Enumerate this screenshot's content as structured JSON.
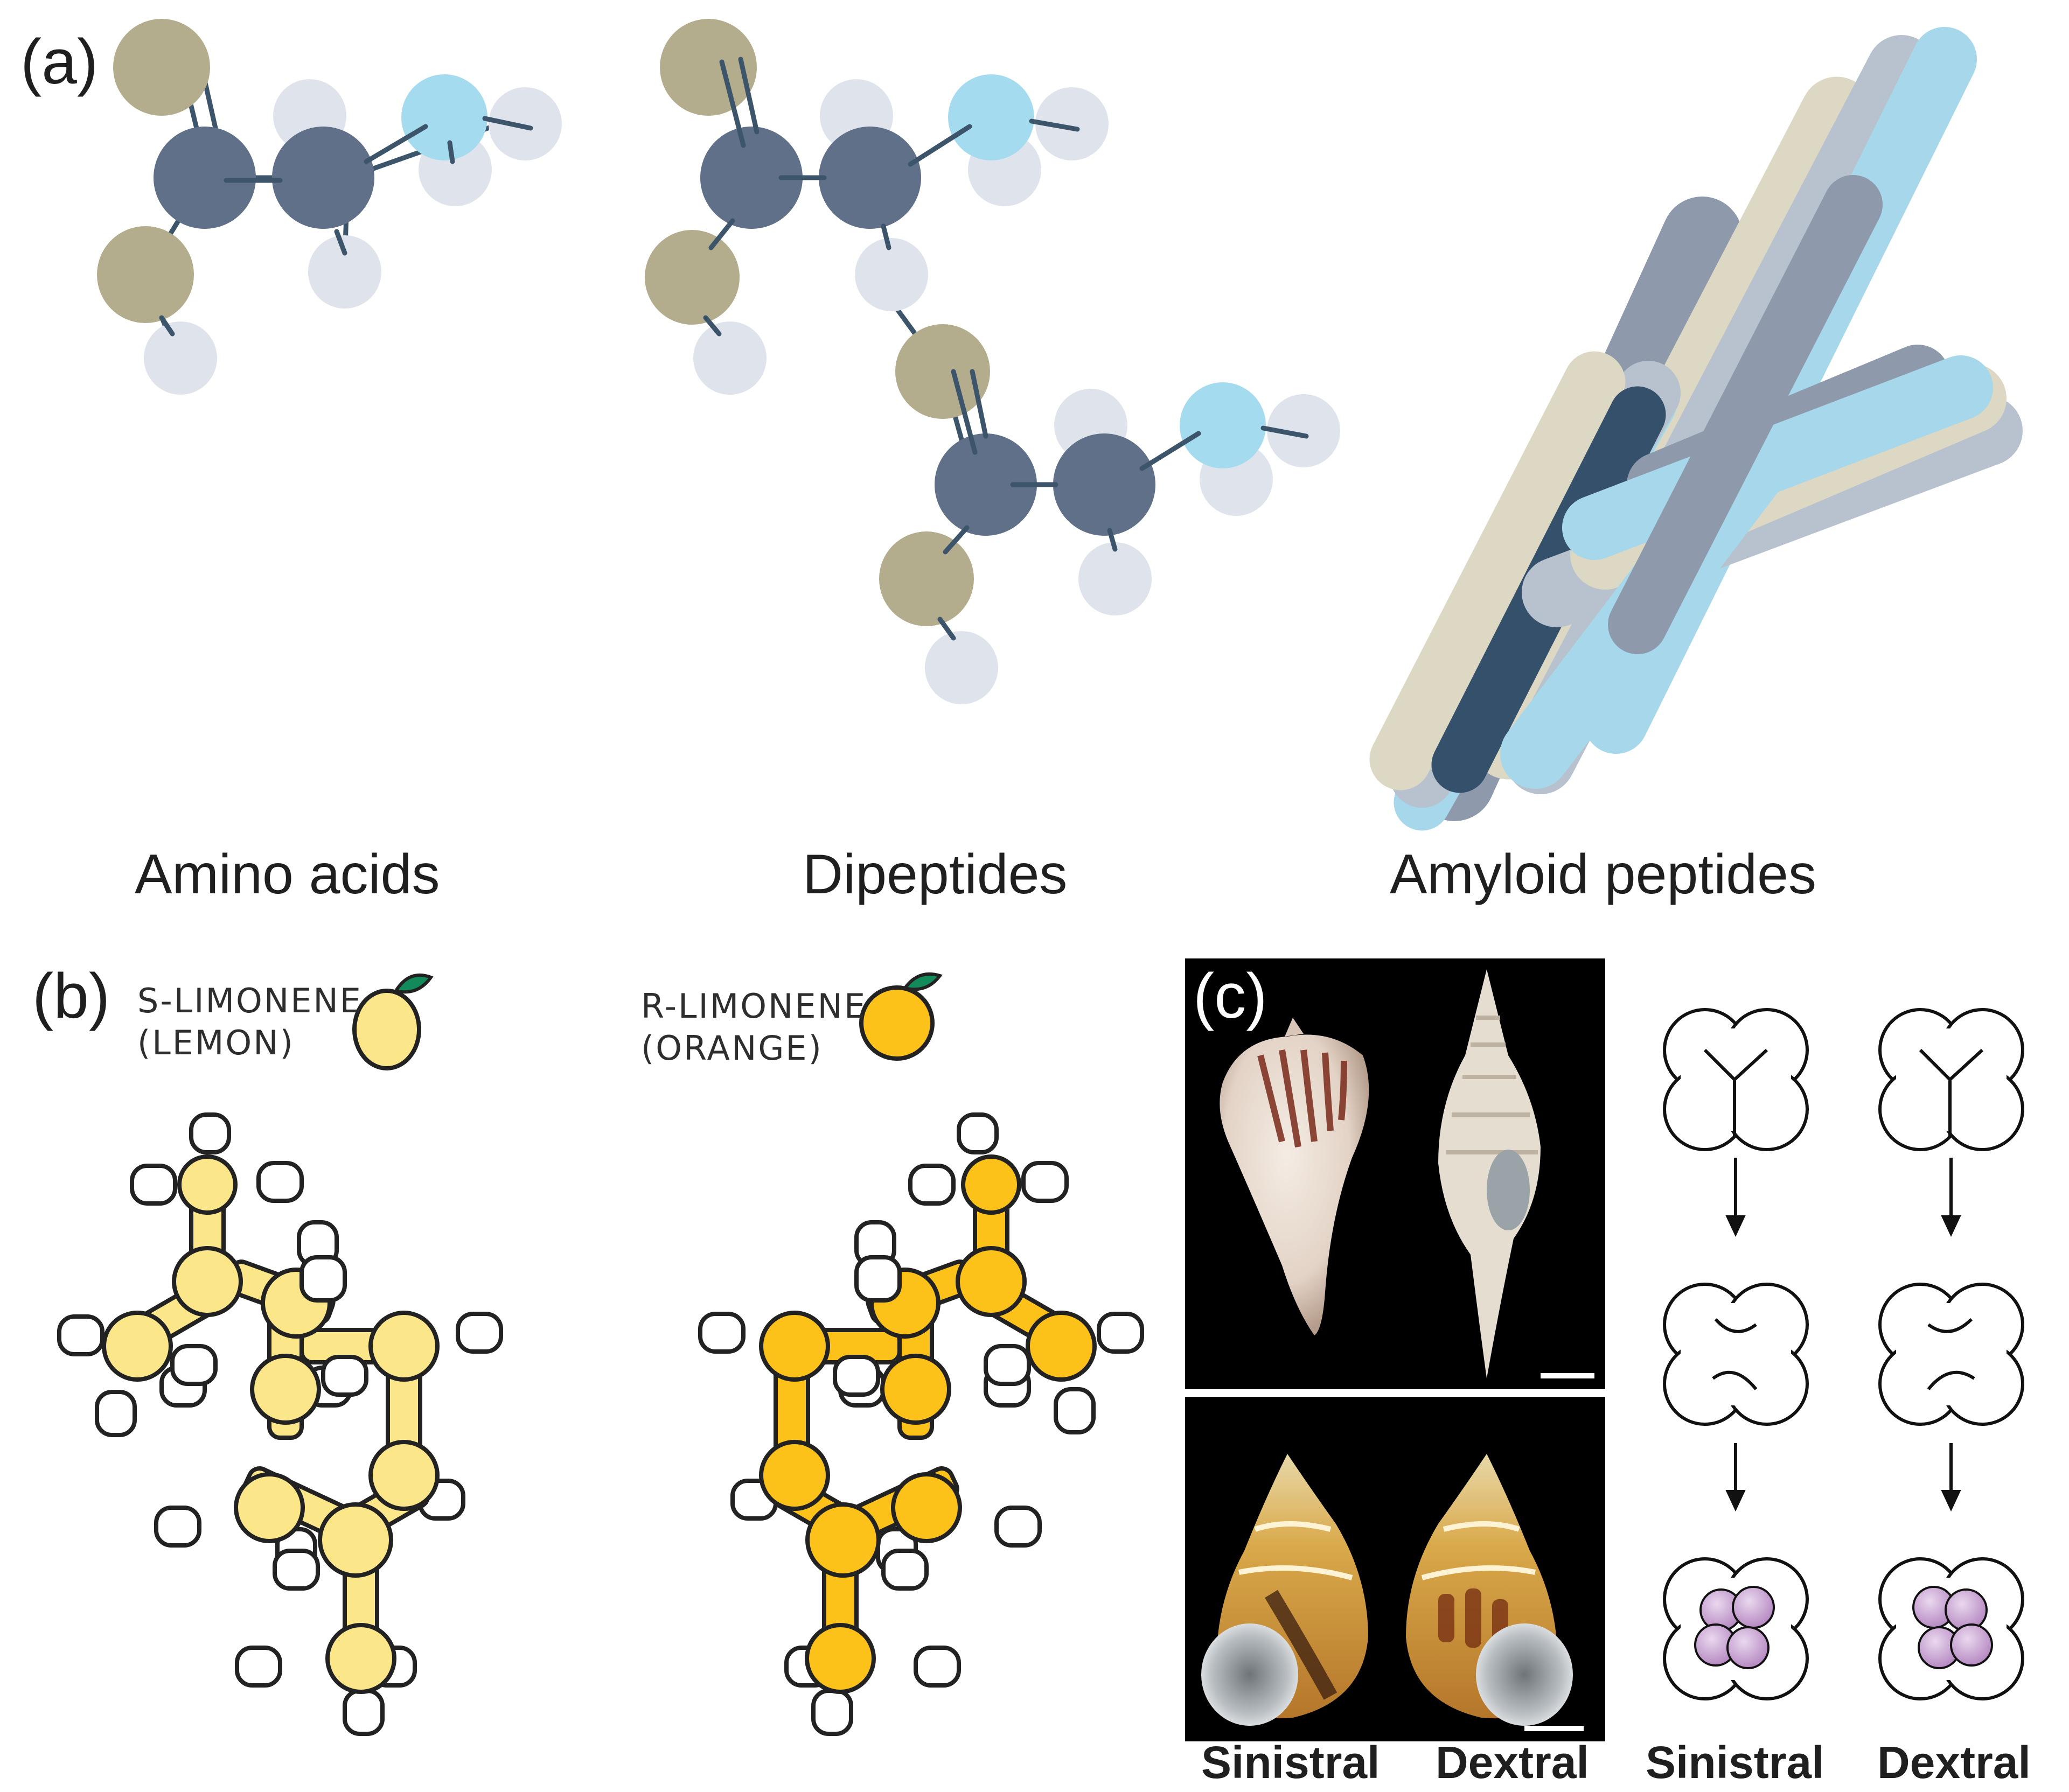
{
  "panels": {
    "a": {
      "letter": "(a)",
      "captions": [
        "Amino acids",
        "Dipeptides",
        "Amyloid peptides"
      ]
    },
    "b": {
      "letter": "(b)",
      "s_limonene": {
        "name": "S-LIMONENE",
        "source": "(LEMON)",
        "fruit_color": "#fbe78a"
      },
      "r_limonene": {
        "name": "R-LIMONENE",
        "source": "(ORANGE)",
        "fruit_color": "#fcc21a"
      }
    },
    "c": {
      "letter": "(c)",
      "photo_captions": [
        "Sinistral",
        "Dextral"
      ],
      "diagram_captions": [
        "Sinistral",
        "Dextral"
      ]
    }
  },
  "colors": {
    "carbon": "#5f7088",
    "oxygen": "#b3ad8e",
    "hydrogen": "#dfe4ec",
    "nitrogen": "#a5dbee",
    "bond": "#3d556b",
    "s_limonene_atom": "#fbe78a",
    "r_limonene_atom": "#fcc21a",
    "photo_bg": "#000000",
    "blastomere": "#c9a2d2"
  }
}
